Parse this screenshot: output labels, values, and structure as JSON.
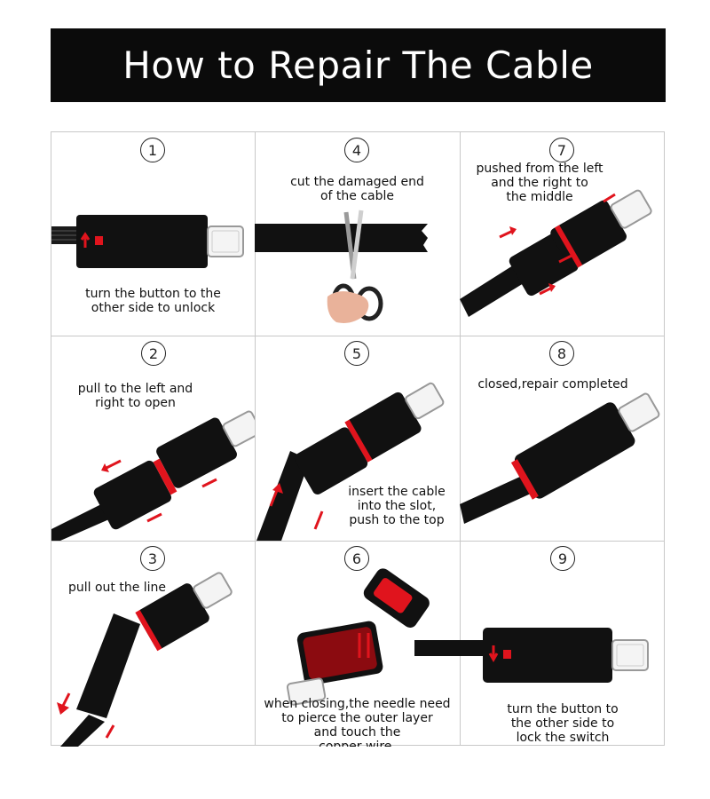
{
  "banner": {
    "title": "How to Repair The Cable"
  },
  "steps": [
    {
      "number": "1",
      "lines": [
        "turn the button to the",
        "other side to unlock"
      ]
    },
    {
      "number": "4",
      "lines": [
        "cut the damaged end",
        "of the cable"
      ]
    },
    {
      "number": "7",
      "lines": [
        "pushed from the left",
        "and the right to",
        "the middle"
      ]
    },
    {
      "number": "2",
      "lines": [
        "pull to the left and",
        "right to open"
      ]
    },
    {
      "number": "5",
      "lines": [
        "insert the cable",
        "into the slot,",
        "push to the top"
      ]
    },
    {
      "number": "8",
      "lines": [
        "closed,repair completed"
      ]
    },
    {
      "number": "3",
      "lines": [
        "pull out the line"
      ]
    },
    {
      "number": "6",
      "lines": [
        "when closing,the needle need",
        "to pierce the outer layer",
        "and touch the",
        "copper wire."
      ]
    },
    {
      "number": "9",
      "lines": [
        "turn the button to",
        "the other side to",
        "lock the switch"
      ]
    }
  ],
  "colors": {
    "accent": "#e0141d",
    "connector": "#111111",
    "banner": "#0b0b0b"
  }
}
